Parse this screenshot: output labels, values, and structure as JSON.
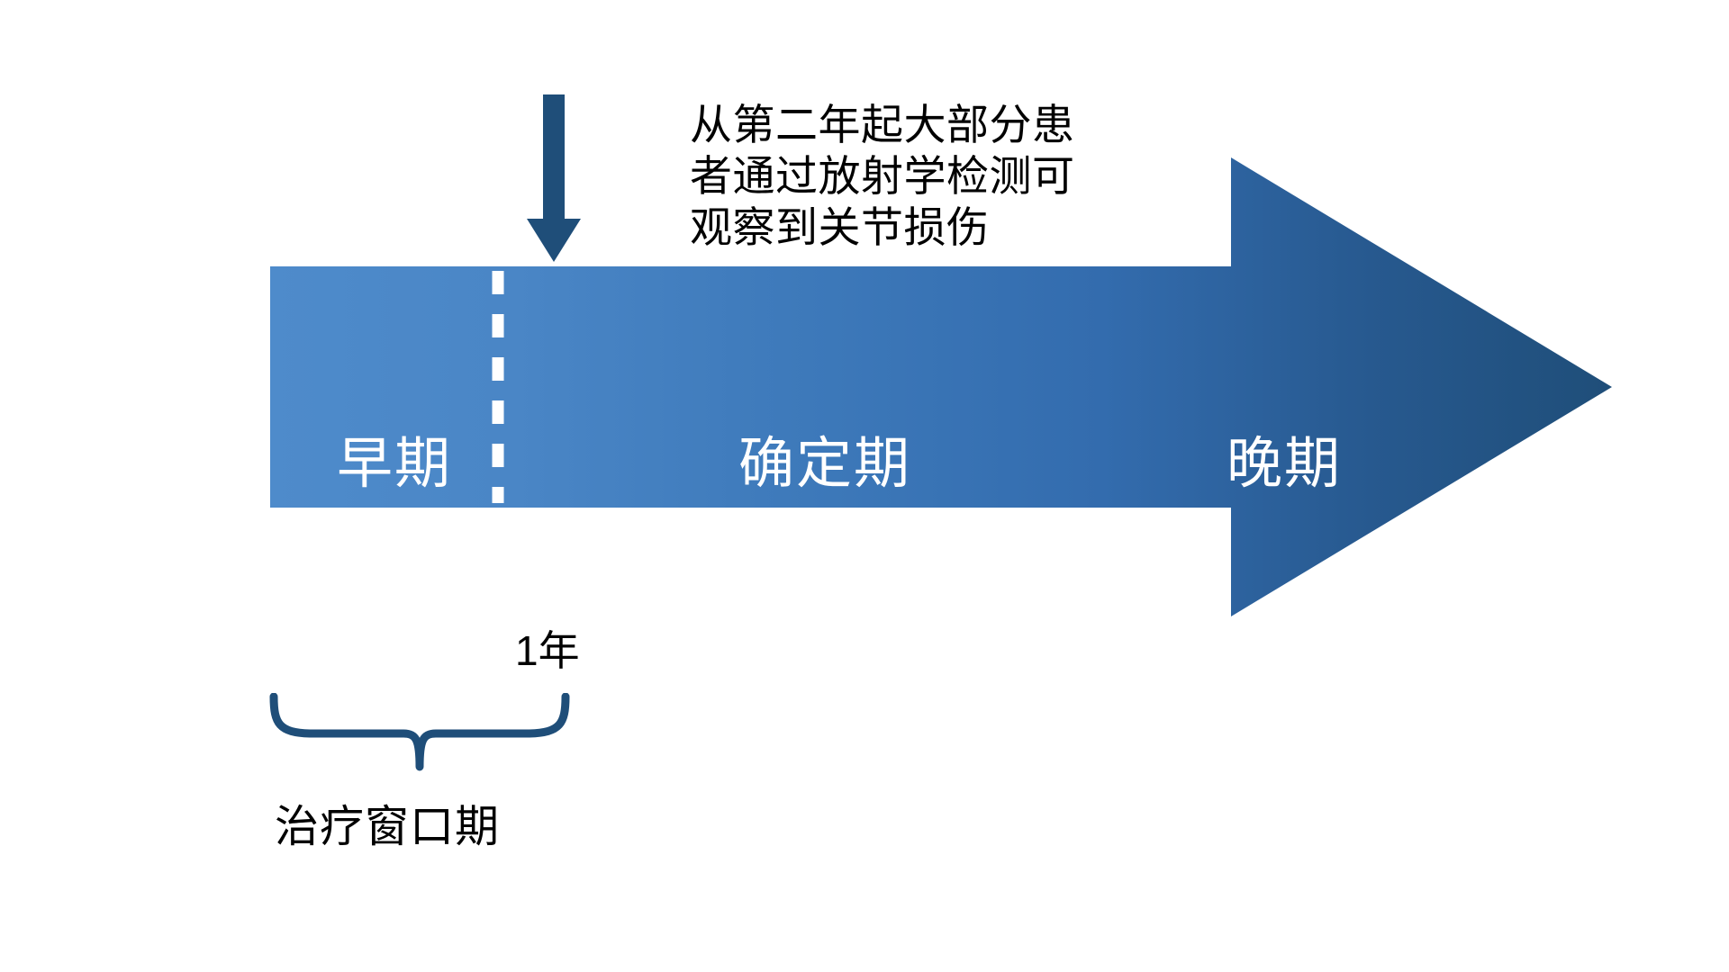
{
  "diagram": {
    "title_text": "",
    "stages": [
      {
        "label": "早期"
      },
      {
        "label": "确定期"
      },
      {
        "label": "晚期"
      }
    ],
    "annotation": {
      "lines": [
        "从第二年起大部分患",
        "者通过放射学检测可",
        "观察到关节损伤"
      ]
    },
    "divider": {
      "label": "1年",
      "style": "dashed-white"
    },
    "brace": {
      "caption": "治疗窗口期"
    },
    "icons": {
      "down_arrow": "down-arrow-icon",
      "right_arrow": "right-arrow-icon",
      "brace": "curly-brace-icon"
    },
    "colors": {
      "arrow_gradient_start": "#4E8BCB",
      "arrow_gradient_mid": "#3C77B8",
      "arrow_gradient_end": "#1F4E79",
      "marker_arrow": "#1F4E79",
      "brace_stroke": "#1F4E79",
      "divider": "#FFFFFF",
      "text_dark": "#000000",
      "text_light": "#FFFFFF",
      "background": "#FFFFFF"
    }
  }
}
